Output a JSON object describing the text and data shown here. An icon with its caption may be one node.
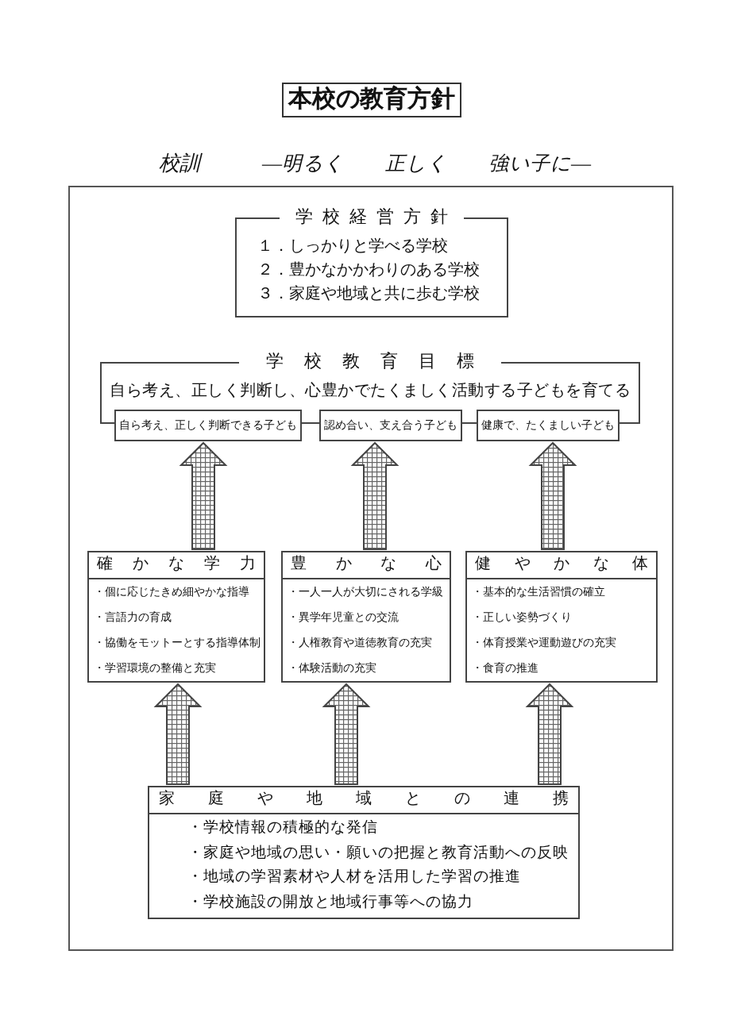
{
  "diagram": {
    "title": "本校の教育方針",
    "nodes": [
      {
        "text": [
          "学校経営方針",
          "１．しっかりと学べる学校",
          "２．豊かなかかわりのある学校",
          "３．家庭や地域と共に歩む学校"
        ]
      },
      {
        "text": [
          "学校教育目標",
          "自ら考え、正しく判断し、心豊かでたくましく活動する子どもを育てる"
        ]
      },
      {
        "text": [
          "自ら考え、正しく判断できる子ども"
        ],
        "in": 1
      },
      {
        "text": [
          "認め合い、支え合う子ども"
        ],
        "in": 1
      },
      {
        "text": [
          "健康で、たくましい子ども"
        ],
        "in": 1
      },
      {
        "text": [
          "確かな学力",
          "・個に応じたきめ細やかな指導",
          "・言語力の育成",
          "・協働をモットーとする指導体制",
          "・学習環境の整備と充実"
        ]
      },
      {
        "text": [
          "豊かな心",
          "・一人一人が大切にされる学級",
          "・異学年児童との交流",
          "・人権教育や道徳教育の充実",
          "・体験活動の充実"
        ]
      },
      {
        "text": [
          "健やかな体",
          "・基本的な生活習慣の確立",
          "・正しい姿勢づくり",
          "・体育授業や運動遊びの充実",
          "・食育の推進"
        ]
      },
      {
        "text": [
          "家庭や地域との連携",
          "・学校情報の積極的な発信",
          "・家庭や地域の思い・願いの把握と教育活動への反映",
          "・地域の学習素材や人材を活用した学習の推進",
          "・学校施設の開放と地域行事等への協力"
        ]
      }
    ],
    "edges": [
      {
        "from": 5,
        "to": 2,
        "arrow": "to"
      },
      {
        "from": 6,
        "to": 3,
        "arrow": "to"
      },
      {
        "from": 7,
        "to": 4,
        "arrow": "to"
      },
      {
        "from": 8,
        "to": 5,
        "arrow": "to"
      },
      {
        "from": 8,
        "to": 6,
        "arrow": "to"
      },
      {
        "from": 8,
        "to": 7,
        "arrow": "to"
      }
    ],
    "labels": [
      "校訓",
      "―明るく　　正しく　　強い子に―"
    ]
  }
}
